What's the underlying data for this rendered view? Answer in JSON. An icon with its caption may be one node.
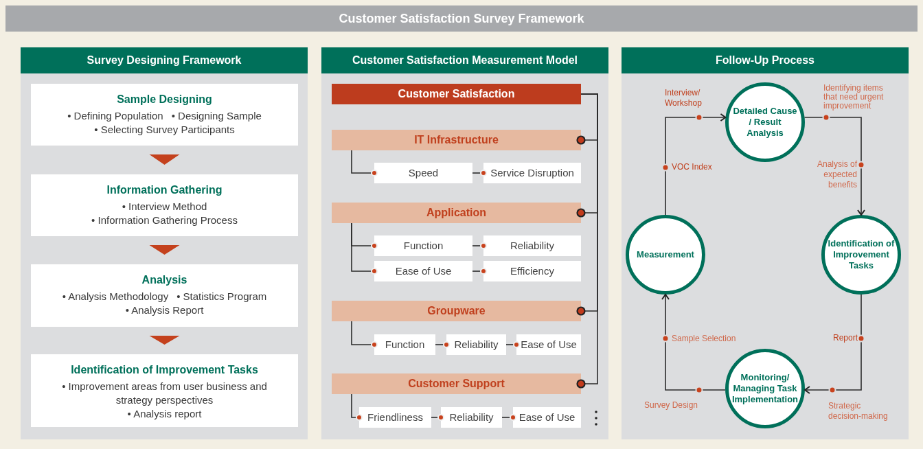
{
  "diagram": {
    "title": "Customer Satisfaction Survey Framework",
    "nodes": [
      {
        "text": [
          "Survey Designing Framework"
        ]
      },
      {
        "text": [
          "Sample Designing",
          "• Defining Population",
          "• Designing Sample",
          "• Selecting Survey Participants"
        ],
        "in": 0
      },
      {
        "text": [
          "Information Gathering",
          "• Interview Method",
          "• Information Gathering Process"
        ],
        "in": 0
      },
      {
        "text": [
          "Analysis",
          "• Analysis Methodology",
          "• Statistics Program",
          "• Analysis Report"
        ],
        "in": 0
      },
      {
        "text": [
          "Identification of Improvement Tasks",
          "• Improvement areas from user business and strategy perspectives",
          "• Analysis report"
        ],
        "in": 0
      },
      {
        "text": [
          "Customer Satisfaction Measurement Model"
        ]
      },
      {
        "text": [
          "Customer Satisfaction"
        ],
        "in": 5
      },
      {
        "text": [
          "IT Infrastructure"
        ],
        "in": 5
      },
      {
        "text": [
          "Speed"
        ],
        "in": 5
      },
      {
        "text": [
          "Service Disruption"
        ],
        "in": 5
      },
      {
        "text": [
          "Application"
        ],
        "in": 5
      },
      {
        "text": [
          "Function"
        ],
        "in": 5
      },
      {
        "text": [
          "Reliability"
        ],
        "in": 5
      },
      {
        "text": [
          "Ease of Use"
        ],
        "in": 5
      },
      {
        "text": [
          "Efficiency"
        ],
        "in": 5
      },
      {
        "text": [
          "Groupware"
        ],
        "in": 5
      },
      {
        "text": [
          "Function"
        ],
        "in": 5
      },
      {
        "text": [
          "Reliability"
        ],
        "in": 5
      },
      {
        "text": [
          "Ease of Use"
        ],
        "in": 5
      },
      {
        "text": [
          "Customer Support"
        ],
        "in": 5
      },
      {
        "text": [
          "Friendliness"
        ],
        "in": 5
      },
      {
        "text": [
          "Reliability"
        ],
        "in": 5
      },
      {
        "text": [
          "Ease of Use"
        ],
        "in": 5
      },
      {
        "text": [
          "Follow-Up Process"
        ]
      },
      {
        "text": [
          "Detailed Cause / Result Analysis"
        ],
        "in": 23
      },
      {
        "text": [
          "Identification of Improvement Tasks"
        ],
        "in": 23
      },
      {
        "text": [
          "Monitoring/ Managing Task Implementation"
        ],
        "in": 23
      },
      {
        "text": [
          "Measurement"
        ],
        "in": 23
      }
    ],
    "edges": [
      {
        "from": 1,
        "to": 2,
        "arrow": "to"
      },
      {
        "from": 2,
        "to": 3,
        "arrow": "to"
      },
      {
        "from": 3,
        "to": 4,
        "arrow": "to"
      },
      {
        "from": 6,
        "to": 7,
        "arrow": "other"
      },
      {
        "from": 6,
        "to": 10,
        "arrow": "other"
      },
      {
        "from": 6,
        "to": 15,
        "arrow": "other"
      },
      {
        "from": 6,
        "to": 19,
        "arrow": "other"
      },
      {
        "from": 7,
        "to": 8,
        "arrow": "other"
      },
      {
        "from": 8,
        "to": 9,
        "arrow": "other"
      },
      {
        "from": 10,
        "to": 11,
        "arrow": "other"
      },
      {
        "from": 11,
        "to": 12,
        "arrow": "other"
      },
      {
        "from": 10,
        "to": 13,
        "arrow": "other"
      },
      {
        "from": 13,
        "to": 14,
        "arrow": "other"
      },
      {
        "from": 15,
        "to": 16,
        "arrow": "other"
      },
      {
        "from": 16,
        "to": 17,
        "arrow": "other"
      },
      {
        "from": 17,
        "to": 18,
        "arrow": "other"
      },
      {
        "from": 19,
        "to": 20,
        "arrow": "other"
      },
      {
        "from": 20,
        "to": 21,
        "arrow": "other"
      },
      {
        "from": 21,
        "to": 22,
        "arrow": "other"
      },
      {
        "from": 27,
        "to": 24,
        "arrow": "to",
        "label": "Interview/ Workshop"
      },
      {
        "from": 24,
        "to": 25,
        "arrow": "to",
        "label": "Analysis of expected benefits"
      },
      {
        "from": 25,
        "to": 26,
        "arrow": "to",
        "label": "Strategic decision-making"
      },
      {
        "from": 26,
        "to": 27,
        "arrow": "to",
        "label": "Sample Selection"
      }
    ],
    "labels": [
      "Identifying items that need urgent improvement",
      "VOC Index",
      "Report",
      "Survey Design"
    ]
  }
}
